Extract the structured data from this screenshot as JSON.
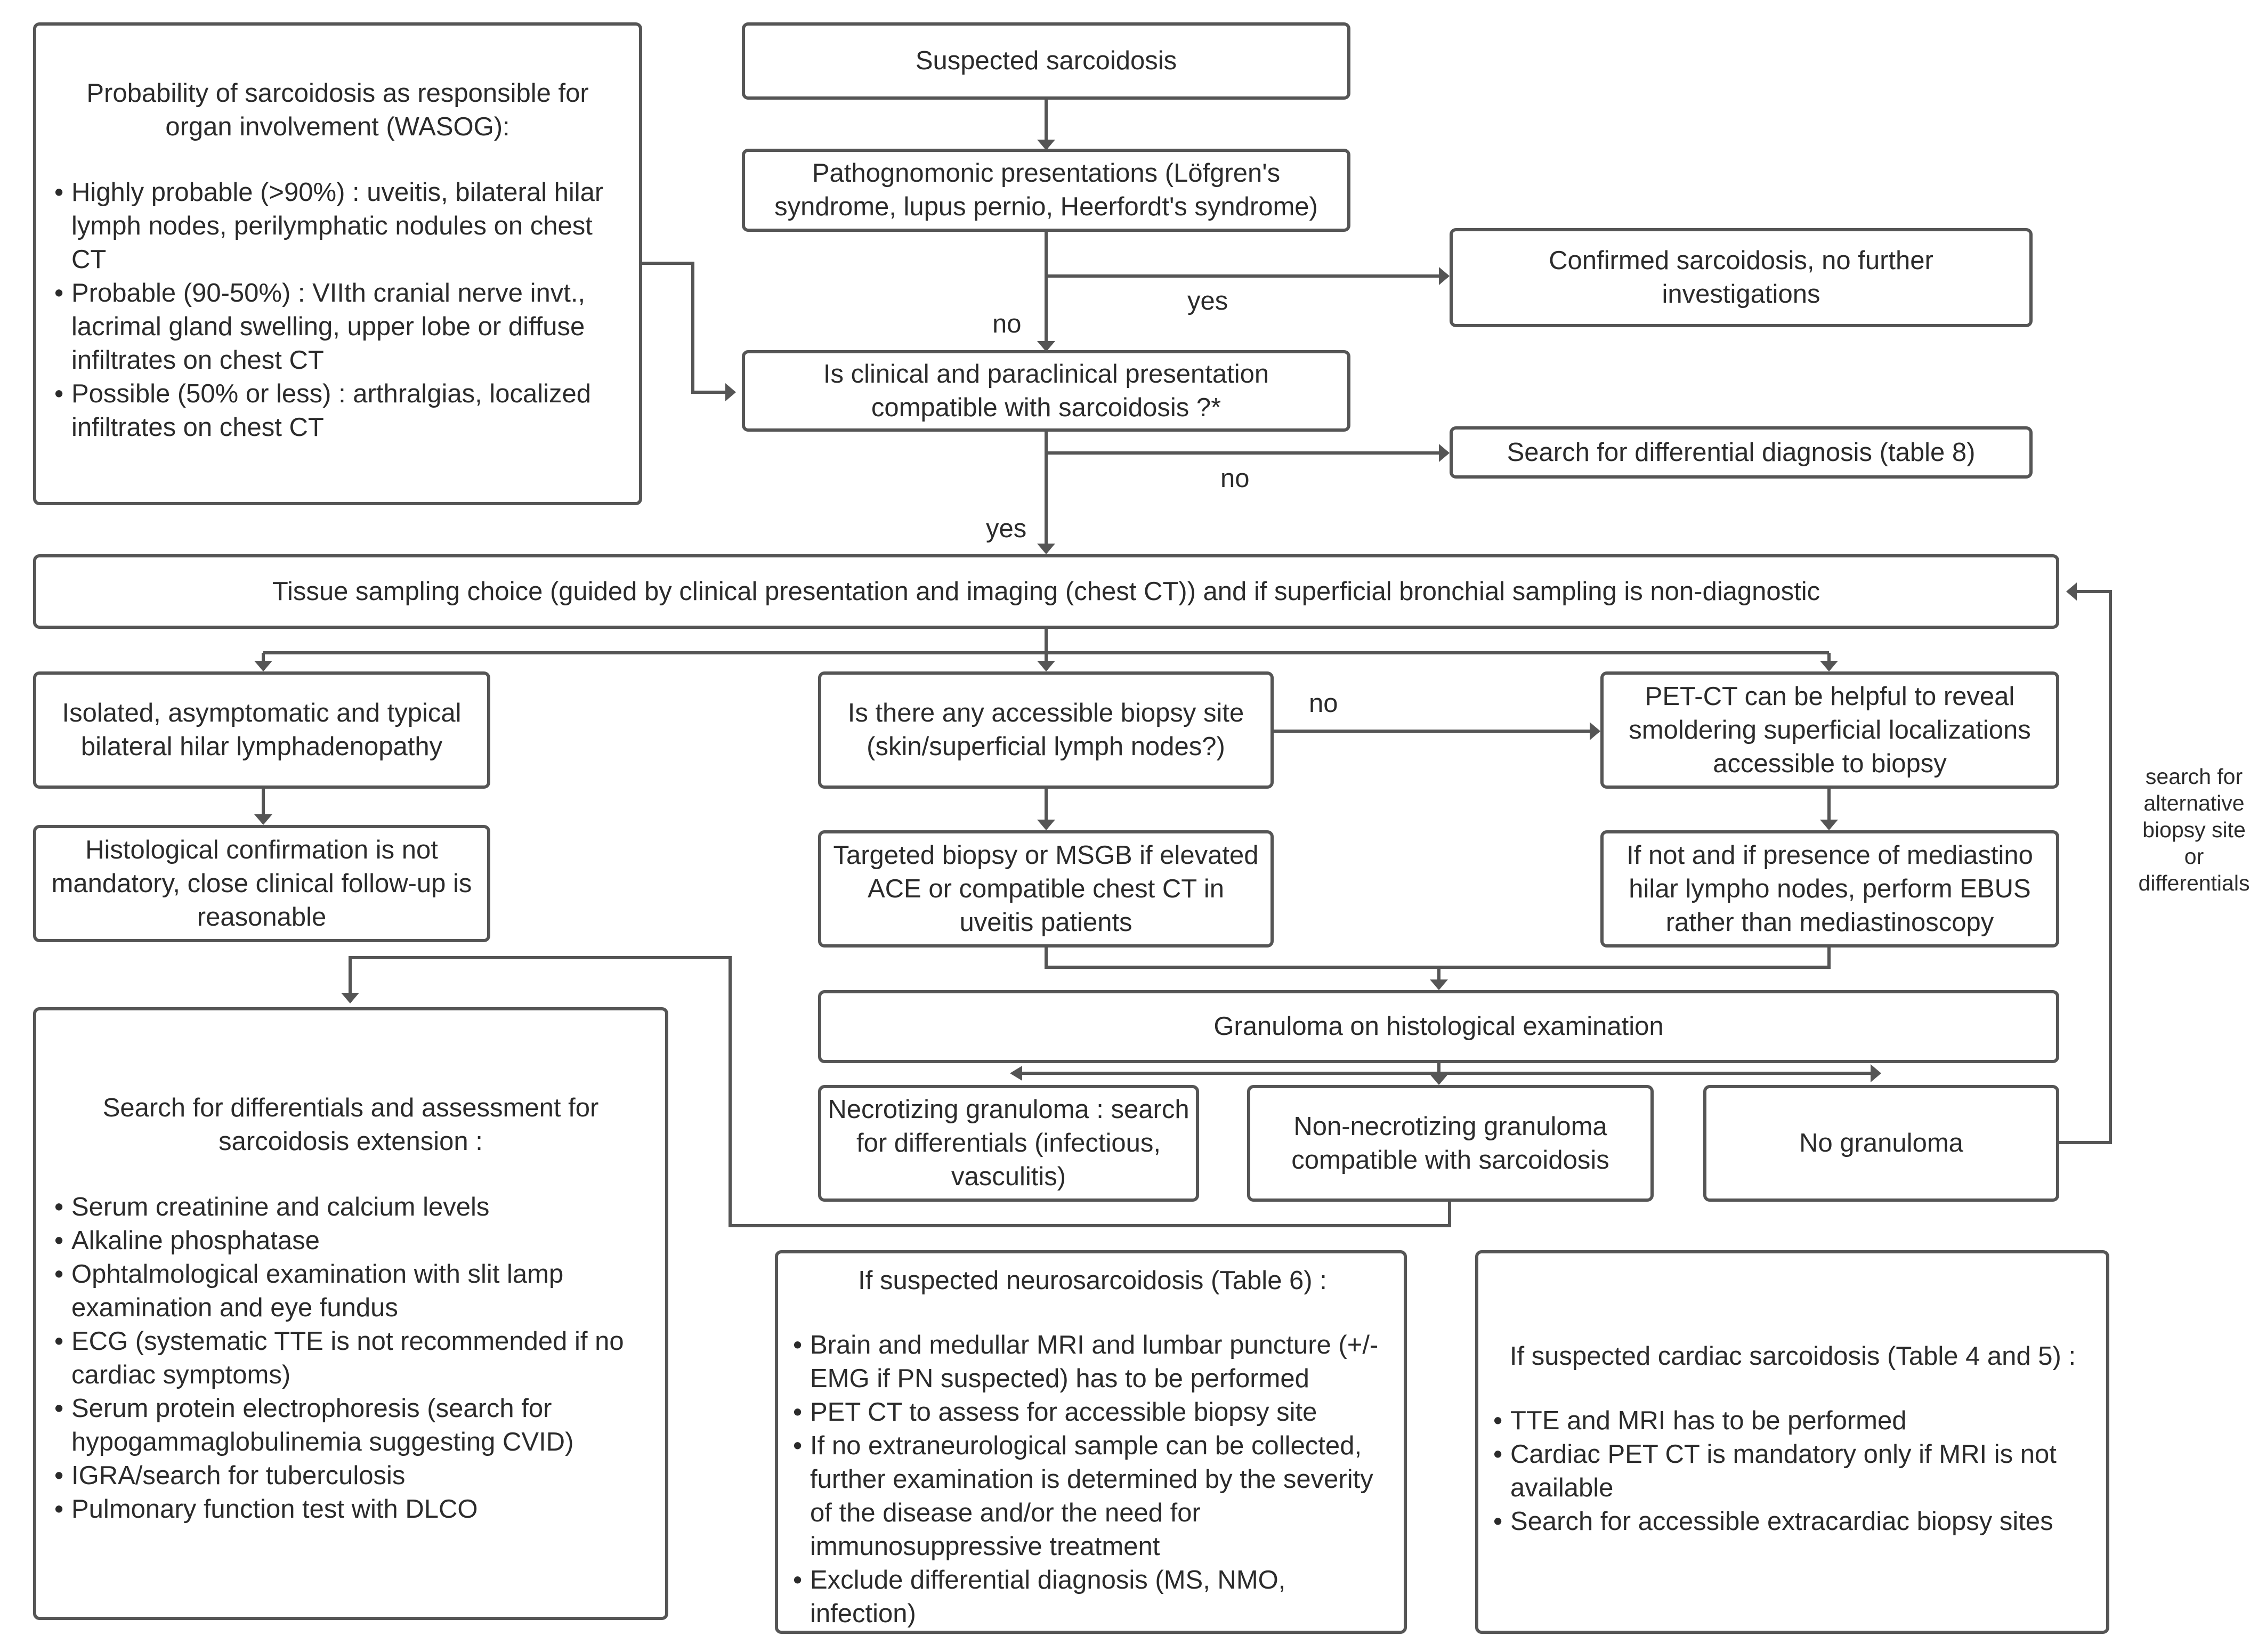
{
  "suspected": "Suspected sarcoidosis",
  "pathognomonic": "Pathognomonic presentations (Löfgren's syndrome, lupus pernio, Heerfordt's syndrome)",
  "confirmed": "Confirmed sarcoidosis, no further investigations",
  "compatible_question": "Is clinical and paraclinical presentation compatible with sarcoidosis ?*",
  "search_differential": "Search for differential diagnosis (table 8)",
  "tissue_sampling": "Tissue sampling choice (guided by clinical presentation and imaging (chest CT)) and if superficial bronchial sampling is non-diagnostic",
  "isolated": "Isolated, asymptomatic and typical bilateral hilar lymphadenopathy",
  "histological_not_mandatory": "Histological confirmation is not mandatory, close clinical follow-up is reasonable",
  "accessible_site_question": "Is there any accessible biopsy site (skin/superficial lymph nodes?)",
  "targeted_biopsy": "Targeted biopsy or MSGB if elevated ACE or compatible chest CT in uveitis patients",
  "petct_helpful": "PET-CT can be helpful to reveal smoldering superficial localizations accessible to biopsy",
  "ebus": "If not and if presence of mediastino hilar lympho nodes, perform EBUS rather than mediastinoscopy",
  "granuloma_exam": "Granuloma on histological examination",
  "necrotizing": "Necrotizing granuloma : search for differentials (infectious, vasculitis)",
  "non_necrotizing": "Non-necrotizing granuloma compatible with sarcoidosis",
  "no_granuloma": "No granuloma",
  "labels": {
    "no_1": "no",
    "yes_1": "yes",
    "no_2": "no",
    "yes_2": "yes",
    "no_3": "no",
    "alternative": "search for alternative biopsy site or differentials"
  },
  "probability": {
    "heading": "Probability of sarcoidosis as responsible for organ involvement (WASOG):",
    "items": [
      "Highly probable (>90%) : uveitis, bilateral hilar lymph nodes, perilymphatic nodules on chest CT",
      "Probable (90-50%) : VIIth cranial nerve invt., lacrimal gland swelling, upper lobe or diffuse infiltrates on chest CT",
      "Possible (50% or less) : arthralgias, localized infiltrates on chest CT"
    ]
  },
  "extension": {
    "heading": "Search for differentials and assessment for sarcoidosis extension :",
    "items": [
      "Serum creatinine and calcium levels",
      "Alkaline phosphatase",
      "Ophtalmological examination with slit lamp examination and  eye fundus",
      "ECG (systematic TTE is not recommended if no cardiac symptoms)",
      "Serum protein electrophoresis (search for hypogammaglobulinemia suggesting CVID)",
      "IGRA/search for tuberculosis",
      "Pulmonary function test with DLCO"
    ]
  },
  "neuro": {
    "heading": "If suspected neurosarcoidosis (Table 6) :",
    "items": [
      "Brain and medullar MRI and lumbar puncture (+/- EMG if PN suspected) has to be performed",
      "PET CT to assess for accessible biopsy site",
      "If no extraneurological sample can be collected, further examination is determined by the severity of the disease and/or the need for immunosuppressive treatment",
      "Exclude differential diagnosis (MS, NMO, infection)"
    ]
  },
  "cardiac": {
    "heading": "If suspected cardiac sarcoidosis (Table 4 and 5) :",
    "items": [
      "TTE and MRI has to be performed",
      "Cardiac PET CT is mandatory only if MRI is not available",
      "Search for accessible extracardiac biopsy sites"
    ]
  }
}
